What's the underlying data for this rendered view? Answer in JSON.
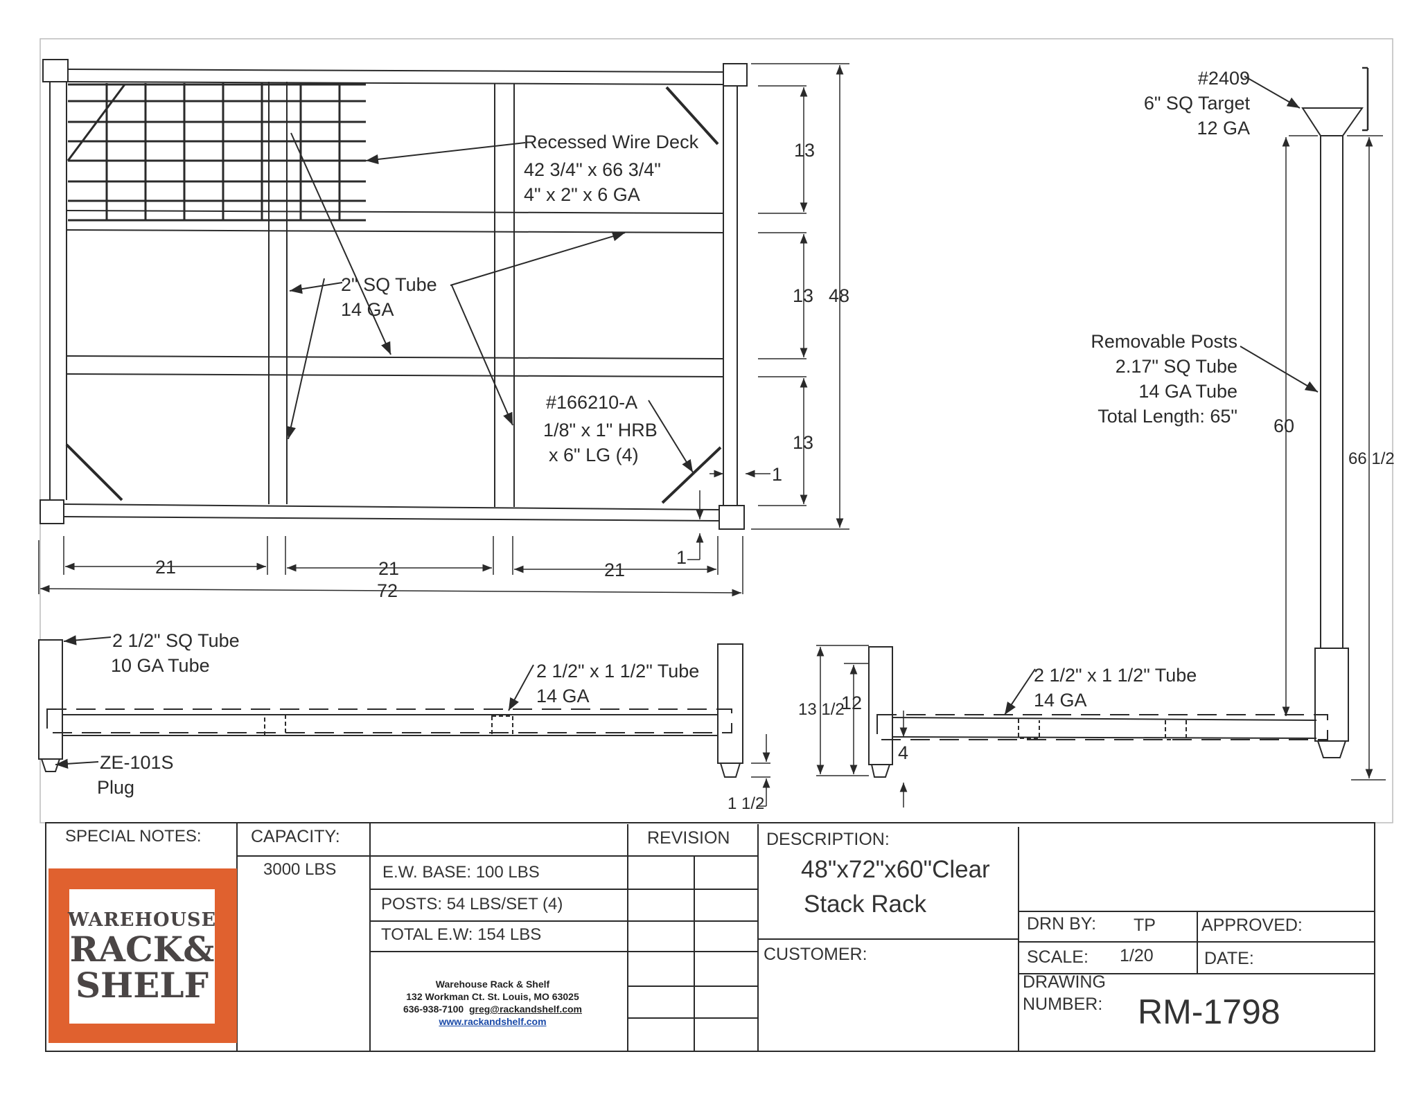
{
  "callouts": {
    "target_num": "#2409",
    "target_size": "6\" SQ Target",
    "target_ga": "12 GA",
    "deck_title": "Recessed Wire Deck",
    "deck_size": "42 3/4\" x 66 3/4\"",
    "deck_mesh": "4\" x 2\" x 6 GA",
    "tube_size": "2\" SQ Tube",
    "tube_ga": "14 GA",
    "hrb_num": "#166210-A",
    "hrb_size": "1/8\" x 1\" HRB",
    "hrb_len": "x 6\" LG (4)",
    "posts_title": "Removable Posts",
    "posts_tube": "2.17\" SQ Tube",
    "posts_ga": "14 GA Tube",
    "posts_len": "Total Length: 65\"",
    "leg_size": "2 1/2\" SQ Tube",
    "leg_ga": "10 GA Tube",
    "base_tube": "2 1/2\" x 1 1/2\" Tube",
    "base_ga": "14 GA",
    "side_tube": "2 1/2\" x 1 1/2\" Tube",
    "side_ga": "14 GA",
    "plug_num": "ZE-101S",
    "plug_name": "Plug"
  },
  "dimensions": {
    "d13a": "13",
    "d13b": "13",
    "d13c": "13",
    "d48": "48",
    "d21a": "21",
    "d21b": "21",
    "d21c": "21",
    "d72": "72",
    "d1a": "1",
    "d1b": "1",
    "d60": "60",
    "d66": "66 1/2",
    "d12": "12",
    "d13half": "13 1/2",
    "d4": "4",
    "d1half": "1 1/2"
  },
  "title_block": {
    "special_notes_label": "SPECIAL NOTES:",
    "capacity_label": "CAPACITY:",
    "capacity_value": "3000 LBS",
    "ew_base": "E.W. BASE: 100 LBS",
    "posts_weight": "POSTS: 54 LBS/SET (4)",
    "total_ew": "TOTAL E.W: 154 LBS",
    "revision_label": "REVISION",
    "description_label": "DESCRIPTION:",
    "description_line1": "48\"x72\"x60\"Clear",
    "description_line2": "Stack Rack",
    "customer_label": "CUSTOMER:",
    "drn_by_label": "DRN BY:",
    "drn_by_value": "TP",
    "approved_label": "APPROVED:",
    "scale_label": "SCALE:",
    "scale_value": "1/20",
    "date_label": "DATE:",
    "drawing_number_label1": "DRAWING",
    "drawing_number_label2": "NUMBER:",
    "drawing_number": "RM-1798"
  },
  "company": {
    "logo_line1": "WAREHOUSE",
    "logo_line2": "RACK&",
    "logo_line3": "SHELF",
    "name": "Warehouse Rack & Shelf",
    "address": "132 Workman Ct.  St. Louis, MO 63025",
    "phone": "636-938-7100",
    "email": "greg@rackandshelf.com",
    "website": "www.rackandshelf.com"
  },
  "colors": {
    "ink": "#2a2a2a",
    "logo_orange": "#e0612f",
    "link_blue": "#1a4aa8"
  }
}
